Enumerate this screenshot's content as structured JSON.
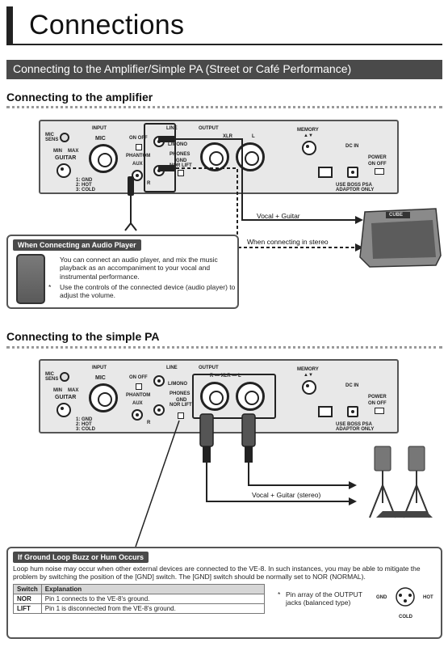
{
  "page": {
    "title": "Connections",
    "section_title": "Connecting to the Amplifier/Simple PA (Street or Café Performance)"
  },
  "amp_section": {
    "heading": "Connecting to the amplifier",
    "cable_label_1": "Vocal + Guitar",
    "cable_label_2": "When connecting in stereo",
    "amp_brand": "CUBE"
  },
  "pa_section": {
    "heading": "Connecting to the simple PA",
    "cable_label": "Vocal + Guitar (stereo)"
  },
  "device": {
    "input": "INPUT",
    "mic_sens": "MIC SENS",
    "min": "MIN",
    "max": "MAX",
    "mic": "MIC",
    "on_off": "ON OFF",
    "phantom": "PHANTOM",
    "guitar": "GUITAR",
    "aux": "AUX",
    "pin_1": "1: GND",
    "pin_2": "2: HOT",
    "pin_3": "3: COLD",
    "line": "LINE",
    "l_mono": "L/MONO",
    "r": "R",
    "output": "OUTPUT",
    "xlr_amp": "XLR",
    "xlr_pa": "R — XLR — L",
    "l": "L",
    "phones": "PHONES",
    "gnd_lift_1": "GND",
    "gnd_lift_2": "NOR LIFT",
    "memory": "MEMORY",
    "arrows": "▲▼",
    "dc_in": "DC IN",
    "power": "POWER",
    "power_on_off": "ON OFF",
    "adaptor": "USE BOSS PSA",
    "adaptor_2": "ADAPTOR ONLY"
  },
  "audio_player_box": {
    "heading": "When Connecting an Audio Player",
    "text": "You can connect an audio player, and mix the music playback as an accompaniment to your vocal and instrumental performance.",
    "note_mark": "*",
    "note": "Use the controls of the connected device (audio player) to adjust the volume."
  },
  "ground_box": {
    "heading": "If Ground Loop Buzz or Hum Occurs",
    "text": "Loop hum noise may occur when other external devices are connected to the VE-8. In such instances, you may be able to mitigate the problem by switching the position of the [GND] switch. The [GND] switch should be normally set to NOR (NORMAL).",
    "table_headers": [
      "Switch",
      "Explanation"
    ],
    "table_rows": [
      [
        "NOR",
        "Pin 1 connects to the VE-8's ground."
      ],
      [
        "LIFT",
        "Pin 1 is disconnected from the VE-8's ground."
      ]
    ],
    "note_mark": "*",
    "note": "Pin array of the OUTPUT jacks (balanced type)",
    "pin_gnd": "GND",
    "pin_hot": "HOT",
    "pin_cold": "COLD"
  }
}
